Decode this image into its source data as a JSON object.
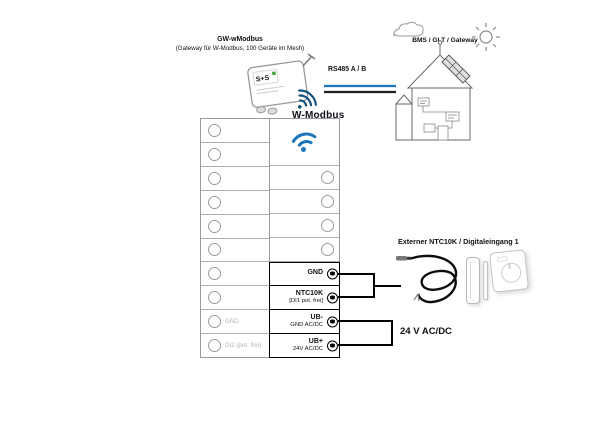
{
  "gateway": {
    "title": "GW-wModbus",
    "subtitle": "(Gateway für W-Modbus, 100 Geräte im Mesh)",
    "logo": "S+S"
  },
  "bus": {
    "label": "RS485 A / B"
  },
  "bms": {
    "label": "BMS / GLT / Gateway"
  },
  "wmodbus": {
    "label": "W-Modbus"
  },
  "terminal_block": {
    "left_rows": [
      "",
      "",
      "",
      "",
      "",
      "",
      "",
      "",
      "GND",
      "DI2 (pot. frei)"
    ],
    "right_terminals": [
      {
        "label": "GND",
        "sublabel": ""
      },
      {
        "label": "NTC10K",
        "sublabel": "[DI1 pot. frei]"
      },
      {
        "label": "UB-",
        "sublabel": "GND AC/DC"
      },
      {
        "label": "UB+",
        "sublabel": "24V AC/DC"
      }
    ]
  },
  "external": {
    "label": "Externer NTC10K / Digitaleingang 1"
  },
  "power": {
    "label": "24 V AC/DC"
  },
  "icons": {
    "wifi": "wifi-arcs",
    "antenna": "antenna-mast",
    "sun": "sun-rays",
    "cloud": "cloud-outline"
  },
  "colors": {
    "wifi_blue": "#1b75bb",
    "bus_blue": "#1b75bb",
    "wire_black": "#000000",
    "logo_green": "#46a33c"
  }
}
